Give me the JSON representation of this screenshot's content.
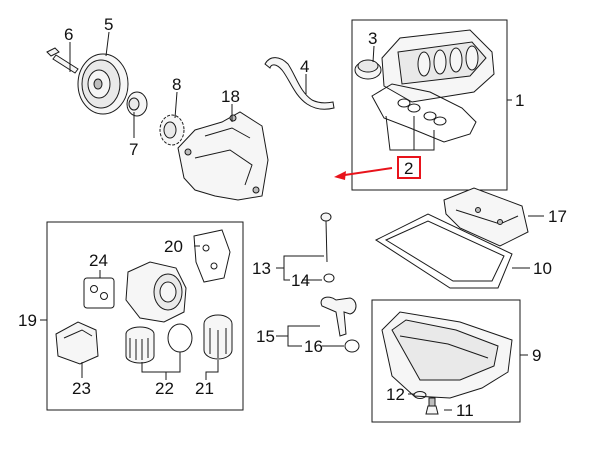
{
  "callouts": {
    "c1": "1",
    "c2": "2",
    "c3": "3",
    "c4": "4",
    "c5": "5",
    "c6": "6",
    "c7": "7",
    "c8": "8",
    "c9": "9",
    "c10": "10",
    "c11": "11",
    "c12": "12",
    "c13": "13",
    "c14": "14",
    "c15": "15",
    "c16": "16",
    "c17": "17",
    "c18": "18",
    "c19": "19",
    "c20": "20",
    "c21": "21",
    "c22": "22",
    "c23": "23",
    "c24": "24"
  },
  "colors": {
    "highlight": "#e8131b",
    "line": "#1a1a1a",
    "background": "#ffffff"
  },
  "highlighted_callout": "2"
}
